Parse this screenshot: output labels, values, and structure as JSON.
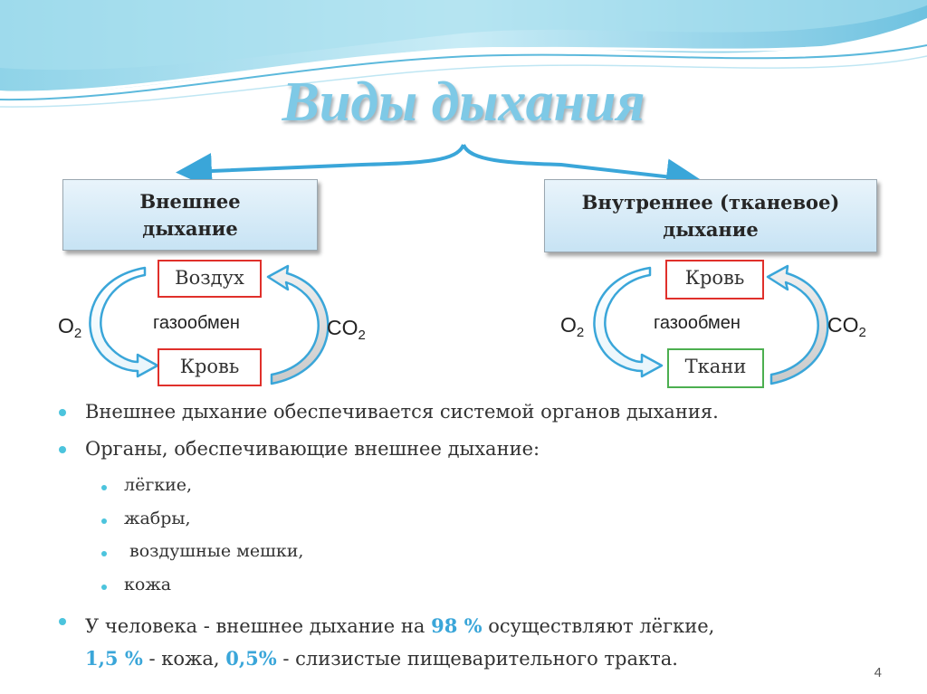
{
  "title": "Виды дыхания",
  "external": {
    "title_line1": "Внешнее",
    "title_line2": "дыхание",
    "top_box": "Воздух",
    "bottom_box": "Кровь",
    "center_label": "газообмен",
    "left_chem": "O",
    "left_sub": "2",
    "right_chem": "CO",
    "right_sub": "2"
  },
  "internal": {
    "title_line1": "Внутреннее (тканевое)",
    "title_line2": "дыхание",
    "top_box": "Кровь",
    "bottom_box": "Ткани",
    "center_label": "газообмен",
    "left_chem": "O",
    "left_sub": "2",
    "right_chem": "CO",
    "right_sub": "2"
  },
  "bullets": {
    "b1": "Внешнее дыхание обеспечивается системой органов дыхания.",
    "b2": "Органы, обеспечивающие внешнее дыхание:",
    "sub": [
      "лёгкие,",
      "жабры,",
      " воздушные мешки,",
      "кожа"
    ],
    "b3_part1": "У человека - внешнее дыхание на ",
    "b3_hl1": "98 %",
    "b3_part2": " осуществляют лёгкие,",
    "b3_hl2": "1,5 %",
    "b3_part3": " - кожа, ",
    "b3_hl3": "0,5%",
    "b3_part4": " - слизистые пищеварительного тракта."
  },
  "page_number": "4",
  "colors": {
    "title": "#7ec9e6",
    "accent": "#3aa6d9",
    "red_box": "#e0302b",
    "green_box": "#4caf50"
  }
}
